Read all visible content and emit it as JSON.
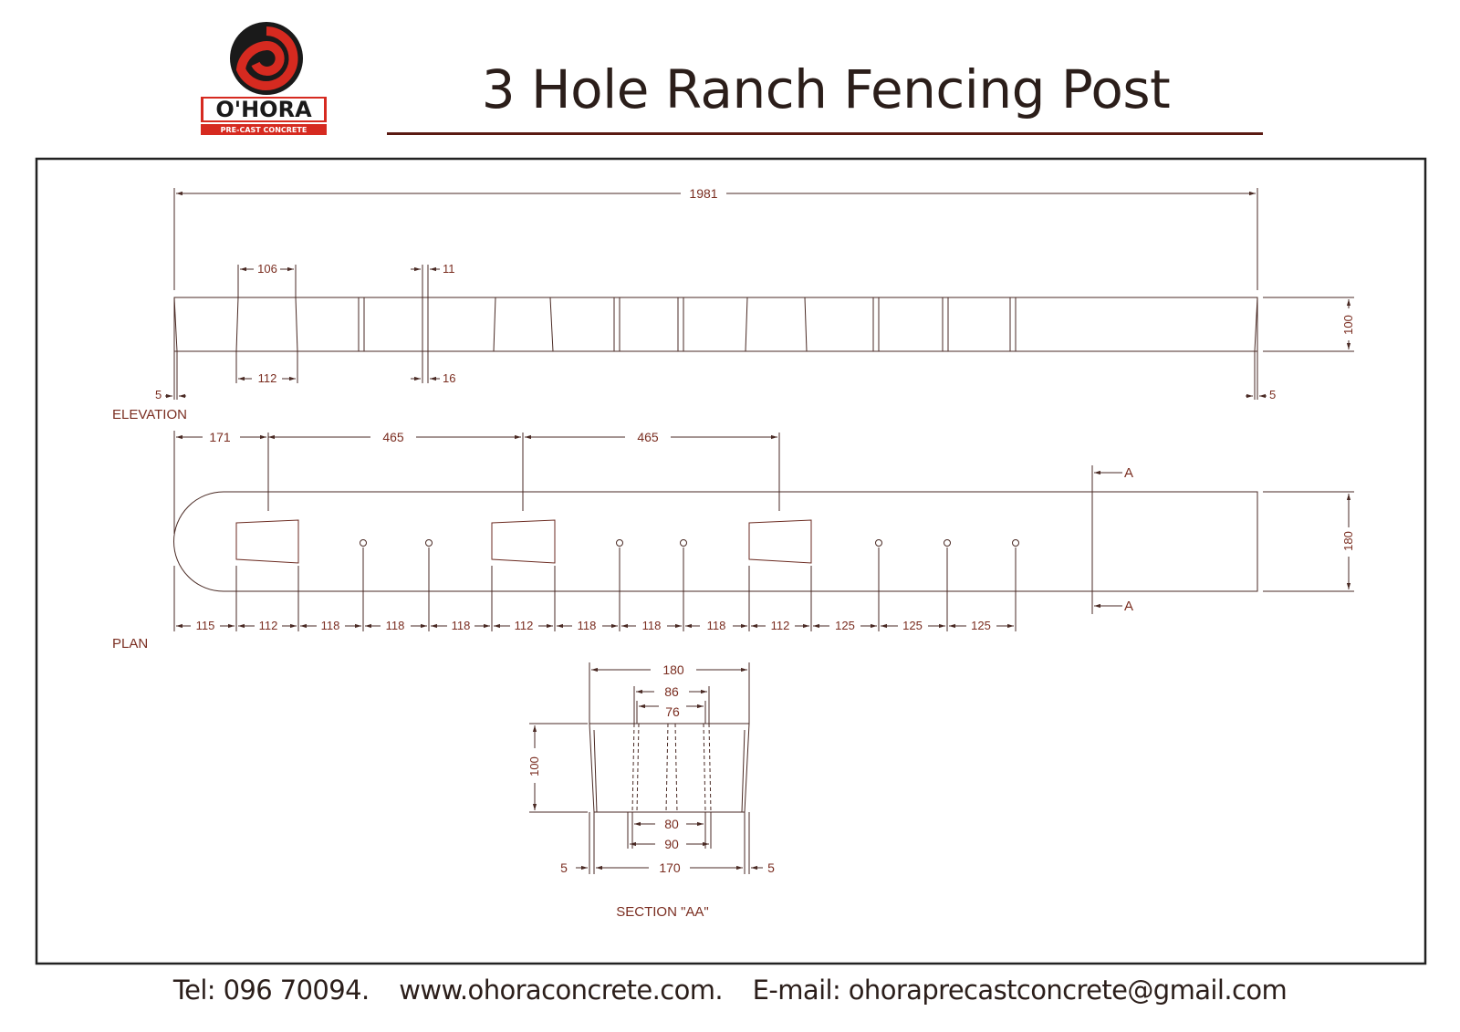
{
  "header": {
    "title": "3 Hole Ranch Fencing Post",
    "logo": {
      "name": "O'HORA",
      "tagline": "PRE-CAST CONCRETE",
      "brand_color": "#d62a20"
    }
  },
  "views": {
    "elevation": "ELEVATION",
    "plan": "PLAN",
    "section": "SECTION \"AA\""
  },
  "section_markers": {
    "top": "A",
    "bottom": "A"
  },
  "dimensions": {
    "elevation": {
      "overall_length": "1981",
      "hole_top_width": "106",
      "hole_bottom_width": "112",
      "slot_top": "11",
      "slot_bottom": "16",
      "height": "100",
      "taper_left": "5",
      "taper_right": "5"
    },
    "plan": {
      "to_first_hole": "171",
      "hole_spacing_1": "465",
      "hole_spacing_2": "465",
      "width": "180",
      "chain": [
        "115",
        "112",
        "118",
        "118",
        "118",
        "112",
        "118",
        "118",
        "118",
        "112",
        "125",
        "125",
        "125"
      ]
    },
    "section": {
      "top_width": "180",
      "inner_top_outer": "86",
      "inner_top_inner": "76",
      "height": "100",
      "inner_bottom_inner": "80",
      "inner_bottom_outer": "90",
      "bottom_width": "170",
      "side_left": "5",
      "side_right": "5"
    }
  },
  "footer": {
    "tel": "Tel: 096 70094.",
    "website": "www.ohoraconcrete.com.",
    "email": "E-mail: ohoraprecastconcrete@gmail.com"
  },
  "colors": {
    "line": "#4a2a24",
    "dimension_text": "#7a2d20",
    "border": "#222222",
    "title_rule": "#5a1a12"
  }
}
